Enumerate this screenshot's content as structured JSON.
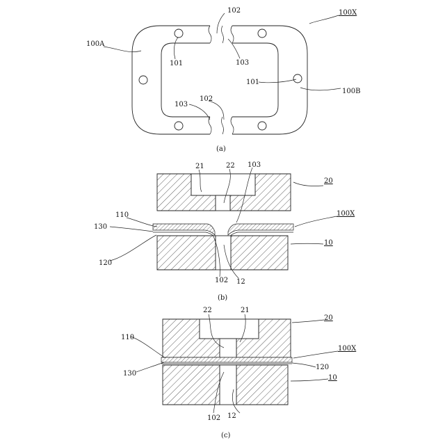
{
  "figure_a": {
    "caption": "(a)",
    "labels": {
      "ref_100X": "100X",
      "ref_100A": "100A",
      "ref_100B": "100B",
      "ref_101_left": "101",
      "ref_101_right": "101",
      "ref_102_top": "102",
      "ref_102_bottom": "102",
      "ref_103_top": "103",
      "ref_103_bottom": "103"
    }
  },
  "figure_b": {
    "caption": "(b)",
    "labels": {
      "ref_20": "20",
      "ref_21": "21",
      "ref_22": "22",
      "ref_103": "103",
      "ref_100X": "100X",
      "ref_110": "110",
      "ref_130": "130",
      "ref_120": "120",
      "ref_10": "10",
      "ref_102": "102",
      "ref_12": "12"
    }
  },
  "figure_c": {
    "caption": "(c)",
    "labels": {
      "ref_20": "20",
      "ref_22": "22",
      "ref_21": "21",
      "ref_100X": "100X",
      "ref_110": "110",
      "ref_120": "120",
      "ref_130": "130",
      "ref_10": "10",
      "ref_102": "102",
      "ref_12": "12"
    }
  }
}
